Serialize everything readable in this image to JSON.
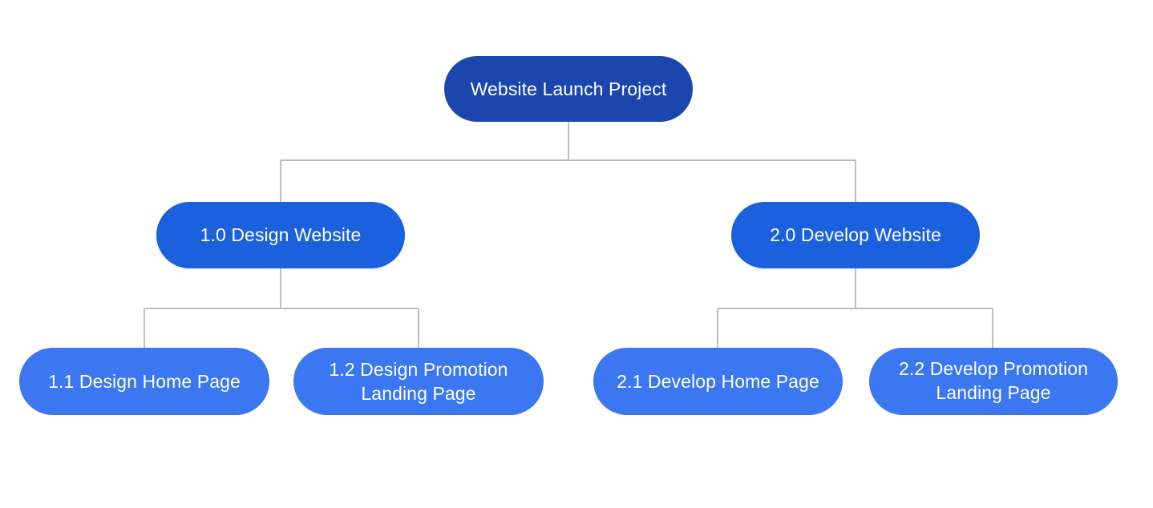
{
  "diagram": {
    "type": "work-breakdown-structure",
    "orientation": "top-down",
    "background_color": "#ffffff",
    "connector_color": "#bdbdbd",
    "connector_width": 2,
    "text_color": "#ffffff",
    "levels": [
      {
        "level": 0,
        "fill": "#1a46ad"
      },
      {
        "level": 1,
        "fill": "#1b61de"
      },
      {
        "level": 2,
        "fill": "#3b77f0"
      }
    ]
  },
  "nodes": {
    "root": {
      "label": "Website Launch Project",
      "level": 0,
      "fill": "#1a46ad"
    },
    "design": {
      "label": "1.0 Design Website",
      "level": 1,
      "fill": "#1b61de"
    },
    "develop": {
      "label": "2.0 Develop Website",
      "level": 1,
      "fill": "#1b61de"
    },
    "design_home": {
      "label": "1.1 Design Home Page",
      "level": 2,
      "fill": "#3b77f0"
    },
    "design_promo": {
      "label": "1.2 Design Promotion Landing Page",
      "level": 2,
      "fill": "#3b77f0"
    },
    "develop_home": {
      "label": "2.1 Develop Home Page",
      "level": 2,
      "fill": "#3b77f0"
    },
    "develop_promo": {
      "label": "2.2 Develop Promotion Landing Page",
      "level": 2,
      "fill": "#3b77f0"
    }
  },
  "edges": [
    {
      "from": "root",
      "to": "design"
    },
    {
      "from": "root",
      "to": "develop"
    },
    {
      "from": "design",
      "to": "design_home"
    },
    {
      "from": "design",
      "to": "design_promo"
    },
    {
      "from": "develop",
      "to": "develop_home"
    },
    {
      "from": "develop",
      "to": "develop_promo"
    }
  ]
}
